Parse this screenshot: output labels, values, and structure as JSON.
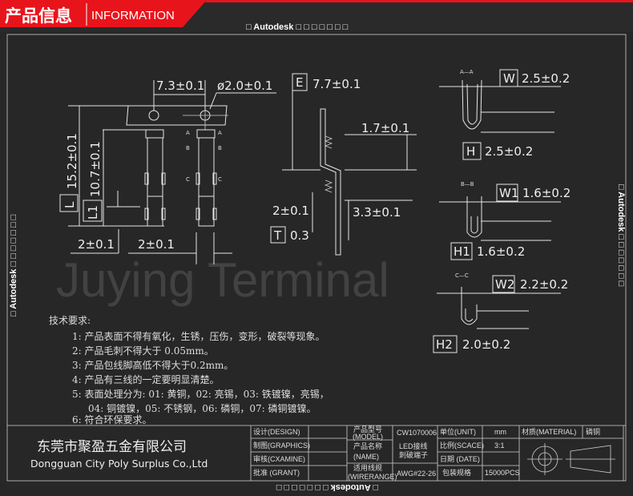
{
  "header": {
    "title_cn": "产品信息",
    "title_en": "INFORMATION",
    "autodesk_top": "□ Autodesk □ □ □ □ □ □ □",
    "autodesk_side": "□ Autodesk □ □ □ □ □ □ □",
    "brand_color": "#e8141c"
  },
  "watermark": "Juying Terminal",
  "drawing": {
    "dim_7_3": "7.3±0.1",
    "dim_dia": "ø2.0±0.1",
    "dim_15_2": "15.2±0.1",
    "dim_10_7": "10.7±0.1",
    "label_L": "L",
    "label_L1": "L1",
    "dim_2a": "2±0.1",
    "dim_2b": "2±0.1",
    "label_E": "E",
    "dim_E": "7.7±0.1",
    "dim_1_7": "1.7±0.1",
    "dim_2c": "2±0.1",
    "dim_3_3": "3.3±0.1",
    "label_T": "T",
    "dim_T": "0.3",
    "sec_A": "A",
    "sec_B": "B",
    "sec_C": "C",
    "section_AA": "A—A",
    "label_W": "W",
    "dim_W": "2.5±0.2",
    "label_H": "H",
    "dim_H": "2.5±0.2",
    "section_BB": "B—B",
    "label_W1": "W1",
    "dim_W1": "1.6±0.2",
    "label_H1": "H1",
    "dim_H1": "1.6±0.2",
    "section_CC": "C—C",
    "label_W2": "W2",
    "dim_W2": "2.2±0.2",
    "label_H2": "H2",
    "dim_H2": "2.0±0.2"
  },
  "notes": {
    "title": "技术要求:",
    "items": [
      "1: 产品表面不得有氧化，生锈，压伤，变形，破裂等现象。",
      "2: 产品毛刺不得大于 0.05mm。",
      "3: 产品包线脚高低不得大于0.2mm。",
      "4: 产品有三线的一定要明显清楚。",
      "5: 表面处理分为: 01: 黄铜，02: 亮锡，03: 铁镀镍，亮锡，",
      "04: 铜镀镍，05: 不锈钢，06: 磷铜，07: 磷铜镀镍。",
      "6: 符合环保要求。"
    ]
  },
  "title_block": {
    "company_cn": "东莞市聚盈五金有限公司",
    "company_en": "Dongguan City Poly Surplus Co.,Ltd",
    "design": "设计(DESIGN)",
    "graphics": "制图(GRAPHICS)",
    "examine": "审核(CXAMINE)",
    "grant": "批准 (GRANT)",
    "model_label_1": "产品型号",
    "model_label_2": "(MODEL)",
    "model_value": "CW1070006",
    "name_label_1": "产品名称",
    "name_label_2": "(NAME)",
    "name_value_1": "LED接线",
    "name_value_2": "刺破端子",
    "wire_label_1": "适用线规",
    "wire_label_2": "(WIRERANGE)",
    "wire_value": "AWG#22-26",
    "unit_label": "单位(UNIT)",
    "unit_value": "mm",
    "scale_label": "比例(SCACE)",
    "scale_value": "3:1",
    "date_label": "日期 (DATE)",
    "pack_label": "包装规格",
    "pack_value": "15000PCS",
    "material_label": "材质(MATERIAL)",
    "material_value": "磷铜"
  }
}
